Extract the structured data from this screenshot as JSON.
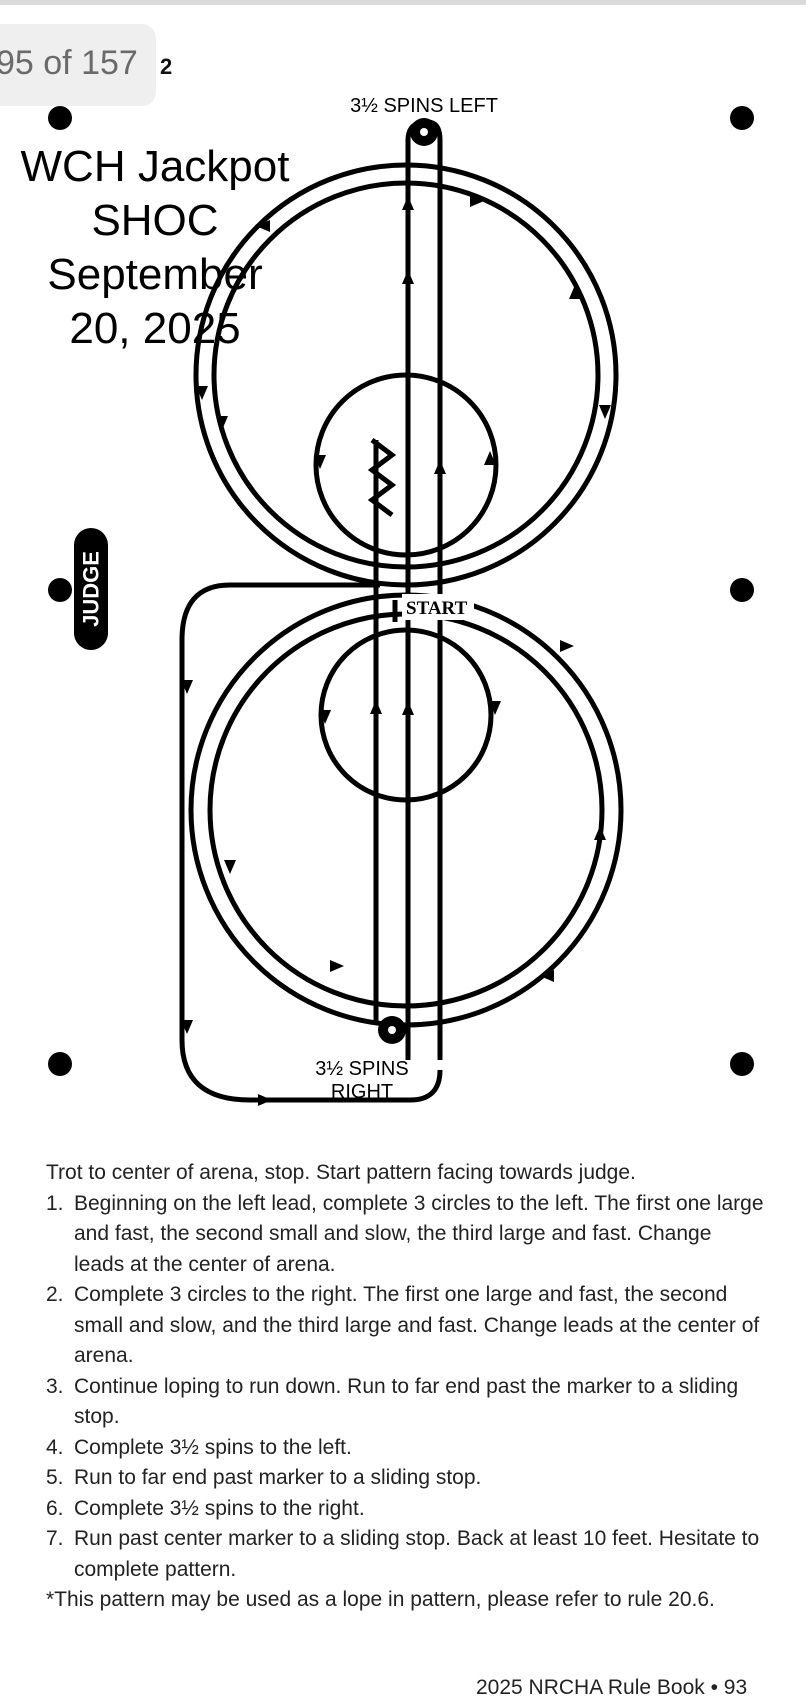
{
  "pager": {
    "label": "95 of 157",
    "suffix": "2"
  },
  "event_title": {
    "lines": [
      "WCH Jackpot",
      "SHOC",
      "September",
      "20, 2025"
    ]
  },
  "diagram": {
    "top_label": "3½ SPINS LEFT",
    "start_label": "START",
    "bottom_label_line1": "3½ SPINS",
    "bottom_label_line2": "RIGHT",
    "judge_label": "JUDGE"
  },
  "instructions": {
    "intro": "Trot to center of arena, stop. Start pattern facing towards judge.",
    "steps": [
      {
        "num": "1.",
        "text": "Beginning on the left lead, complete 3 circles to the left. The first one large and fast, the second small and slow, the third large and fast. Change leads at the center of arena."
      },
      {
        "num": "2.",
        "text": "Complete 3 circles to the right. The first one large and fast, the second small and slow, and the third large and fast. Change leads at the center of arena."
      },
      {
        "num": "3.",
        "text": "Continue loping to run down. Run to far end past the marker to a sliding stop."
      },
      {
        "num": "4.",
        "text": "Complete 3½ spins to the left."
      },
      {
        "num": "5.",
        "text": "Run to far end past marker to a sliding stop."
      },
      {
        "num": "6.",
        "text": "Complete 3½ spins to the right."
      },
      {
        "num": "7.",
        "text": "Run past center marker to a sliding stop. Back at least 10 feet. Hesitate to complete pattern."
      }
    ],
    "note": "*This pattern may be used as a lope in pattern, please refer to rule 20.6."
  },
  "footer": {
    "text": "2025 NRCHA Rule Book • 93"
  }
}
